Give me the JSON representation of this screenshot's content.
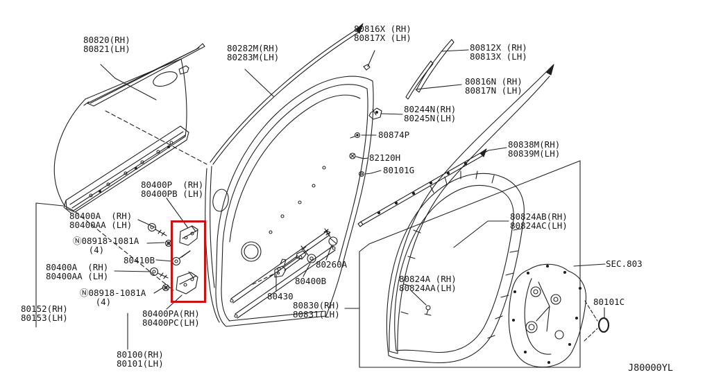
{
  "diagram": {
    "code": "J80000YL",
    "highlight_color": "#cc1111",
    "line_color": "#1f1f1f",
    "labels": {
      "belt_molding_out": "80820(RH)\n80821(LH)",
      "sash_molding": "80282M(RH)\n80283M(LH)",
      "glass_run": "80816X (RH)\n80817X (LH)",
      "corner_molding_front": "80812X (RH)\n80813X (LH)",
      "corner_molding_rear": "80816N (RH)\n80817N (LH)",
      "molding_clip": "80244N(RH)\n80245N(LH)",
      "grommet_80874p": "80874P",
      "clip_82120h": "82120H",
      "grommet_80101g": "80101G",
      "belt_molding_in": "80838M(RH)\n80839M(LH)",
      "run_channel": "80824AB(RH)\n80824AC(LH)",
      "hinge_upper": "80400P  (RH)\n80400PB (LH)",
      "hinge_bolt_upper": "80400A  (RH)\n80400AA (LH)",
      "hinge_nut_upper": "Ⓝ08918-1081A\n   (4)",
      "hinge_shim": "80410B",
      "hinge_bolt_lower": "80400A  (RH)\n80400AA (LH)",
      "hinge_nut_lower": "Ⓝ08918-1081A\n   (4)",
      "sill_molding": "80152(RH)\n80153(LH)",
      "hinge_lower": "80400PA(RH)\n80400PC(LH)",
      "door_stay": "80430",
      "stay_bolt": "80400B",
      "lock_screw": "80260A",
      "door_panel_inner": "80830(RH)\n80831(LH)",
      "weatherstrip": "80824A (RH)\n80824AA(LH)",
      "section_ref": "SEC.803",
      "plug_80101c": "80101C",
      "door_assy": "80100(RH)\n80101(LH)"
    }
  }
}
